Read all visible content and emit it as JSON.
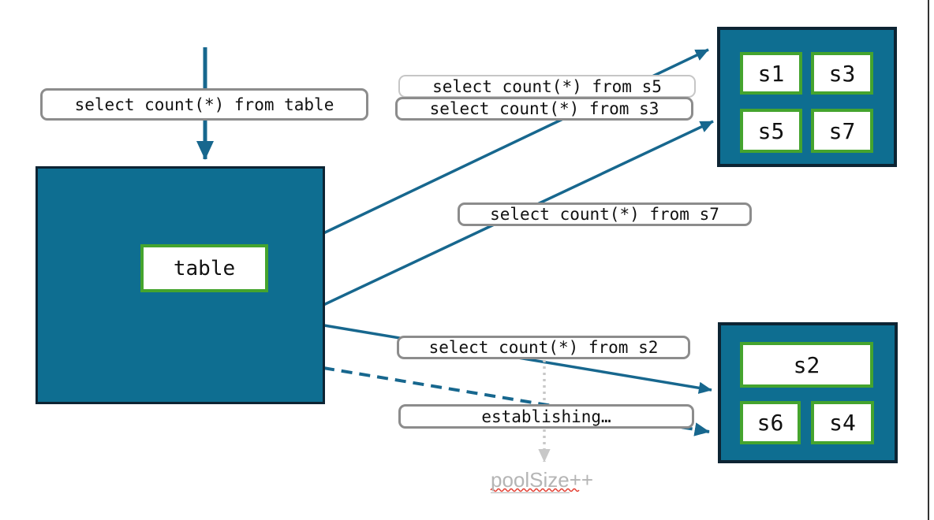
{
  "queries": {
    "from_table": "select count(*) from table",
    "from_s5": "select count(*) from s5",
    "from_s3": "select count(*) from s3",
    "from_s7": "select count(*) from s7",
    "from_s2": "select count(*) from s2",
    "establishing": "establishing…"
  },
  "source_table": {
    "label": "table"
  },
  "shard_groups": {
    "top": {
      "shards": [
        "s1",
        "s3",
        "s5",
        "s7"
      ]
    },
    "bottom": {
      "shards": [
        "s2",
        "s6",
        "s4"
      ]
    }
  },
  "annotation": {
    "pool_size_word": "poolSize",
    "pool_size_suffix": "++"
  },
  "colors": {
    "teal_fill": "#0e6e91",
    "dark_border": "#0d2433",
    "green_border": "#45a42e",
    "arrow_teal": "#17678e",
    "label_border": "#8c8c8c",
    "label_border_light": "#c6c6c6",
    "muted_gray": "#b5b5b5",
    "dotted_gray": "#c8c8c8",
    "squiggle_red": "#e23b2e"
  }
}
